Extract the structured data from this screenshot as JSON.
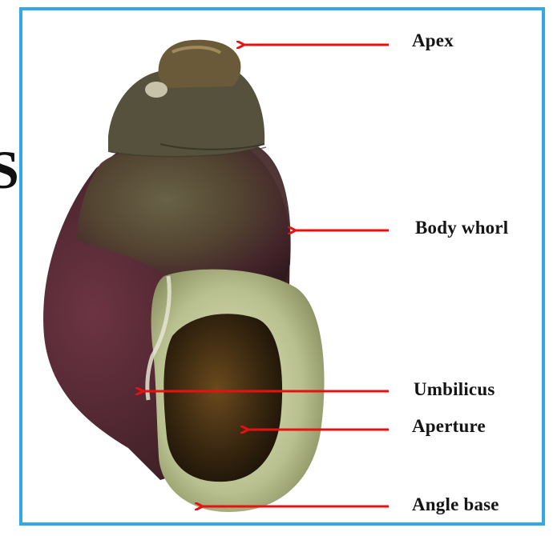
{
  "edge_fragment": "S",
  "frame_color": "#33a7e8",
  "arrow_color": "#e81010",
  "labels": {
    "apex": "Apex",
    "body_whorl": "Body whorl",
    "umbilicus": "Umbilicus",
    "aperture": "Aperture",
    "angle_base": "Angle base"
  }
}
